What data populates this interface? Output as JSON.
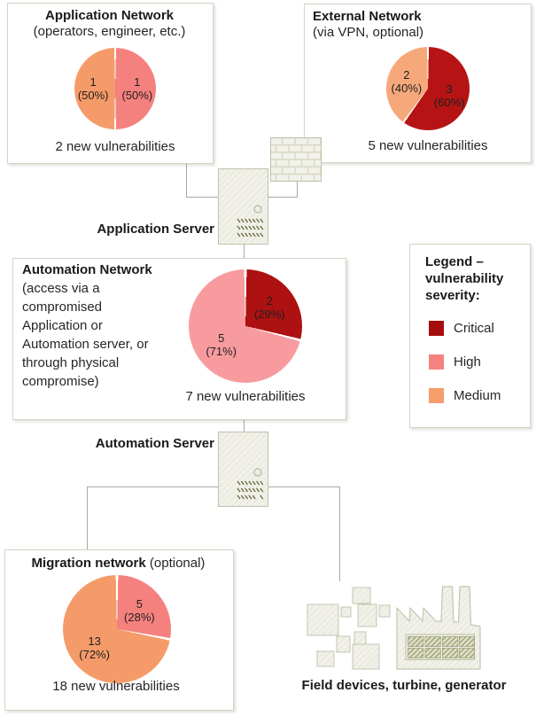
{
  "chart_data": [
    {
      "id": "application_network",
      "type": "pie",
      "title": "Application Network",
      "subtitle": "(operators, engineer, etc.)",
      "caption": "2 new vulnerabilities",
      "total_new_vulnerabilities": 2,
      "slices": [
        {
          "label": "High",
          "value": 1,
          "pct": 50,
          "color": "#f5817f"
        },
        {
          "label": "Medium",
          "value": 1,
          "pct": 50,
          "color": "#f59b69"
        }
      ]
    },
    {
      "id": "external_network",
      "type": "pie",
      "title": "External Network",
      "subtitle": "(via VPN, optional)",
      "caption": "5 new vulnerabilities",
      "total_new_vulnerabilities": 5,
      "slices": [
        {
          "label": "Critical",
          "value": 3,
          "pct": 60,
          "color": "#b61414"
        },
        {
          "label": "Medium",
          "value": 2,
          "pct": 40,
          "color": "#f6a87b"
        }
      ]
    },
    {
      "id": "automation_network",
      "type": "pie",
      "title": "Automation Network",
      "subtitle": "(access via a compromised Application or Automation server, or through physical compromise)",
      "caption": "7 new vulnerabilities",
      "total_new_vulnerabilities": 7,
      "slices": [
        {
          "label": "Critical",
          "value": 2,
          "pct": 29,
          "color": "#ae1111"
        },
        {
          "label": "High",
          "value": 5,
          "pct": 71,
          "color": "#f79b9f"
        }
      ]
    },
    {
      "id": "migration_network",
      "type": "pie",
      "title": "Migration network",
      "subtitle": "(optional)",
      "caption": "18 new vulnerabilities",
      "total_new_vulnerabilities": 18,
      "slices": [
        {
          "label": "High",
          "value": 5,
          "pct": 28,
          "color": "#f5817f"
        },
        {
          "label": "Medium",
          "value": 13,
          "pct": 72,
          "color": "#f59b69"
        }
      ]
    }
  ],
  "servers": {
    "application": "Application Server",
    "automation": "Automation Server"
  },
  "field_devices": {
    "label": "Field devices, turbine, generator"
  },
  "legend": {
    "title": "Legend – vulnerability severity:",
    "items": [
      {
        "label": "Critical",
        "color": "#a60d0d"
      },
      {
        "label": "High",
        "color": "#f5827f"
      },
      {
        "label": "Medium",
        "color": "#f59e6b"
      }
    ]
  }
}
